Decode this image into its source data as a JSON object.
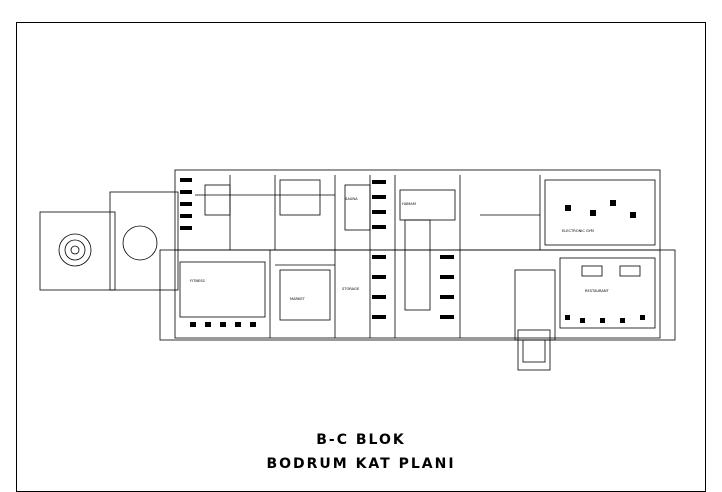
{
  "drawing": {
    "title_line1": "B-C BLOK",
    "title_line2": "BODRUM KAT PLANI"
  },
  "rooms": {
    "fitness": "FITNESS",
    "electronic_gym": "ELECTRONIC GYM",
    "market": "MARKET",
    "sauna": "SAUNA",
    "hamam": "HAMAM",
    "restaurant": "RESTAURANT",
    "storage": "STORAGE"
  },
  "colors": {
    "line": "#000000",
    "background": "#ffffff",
    "watermark": "#d8d8d8"
  }
}
